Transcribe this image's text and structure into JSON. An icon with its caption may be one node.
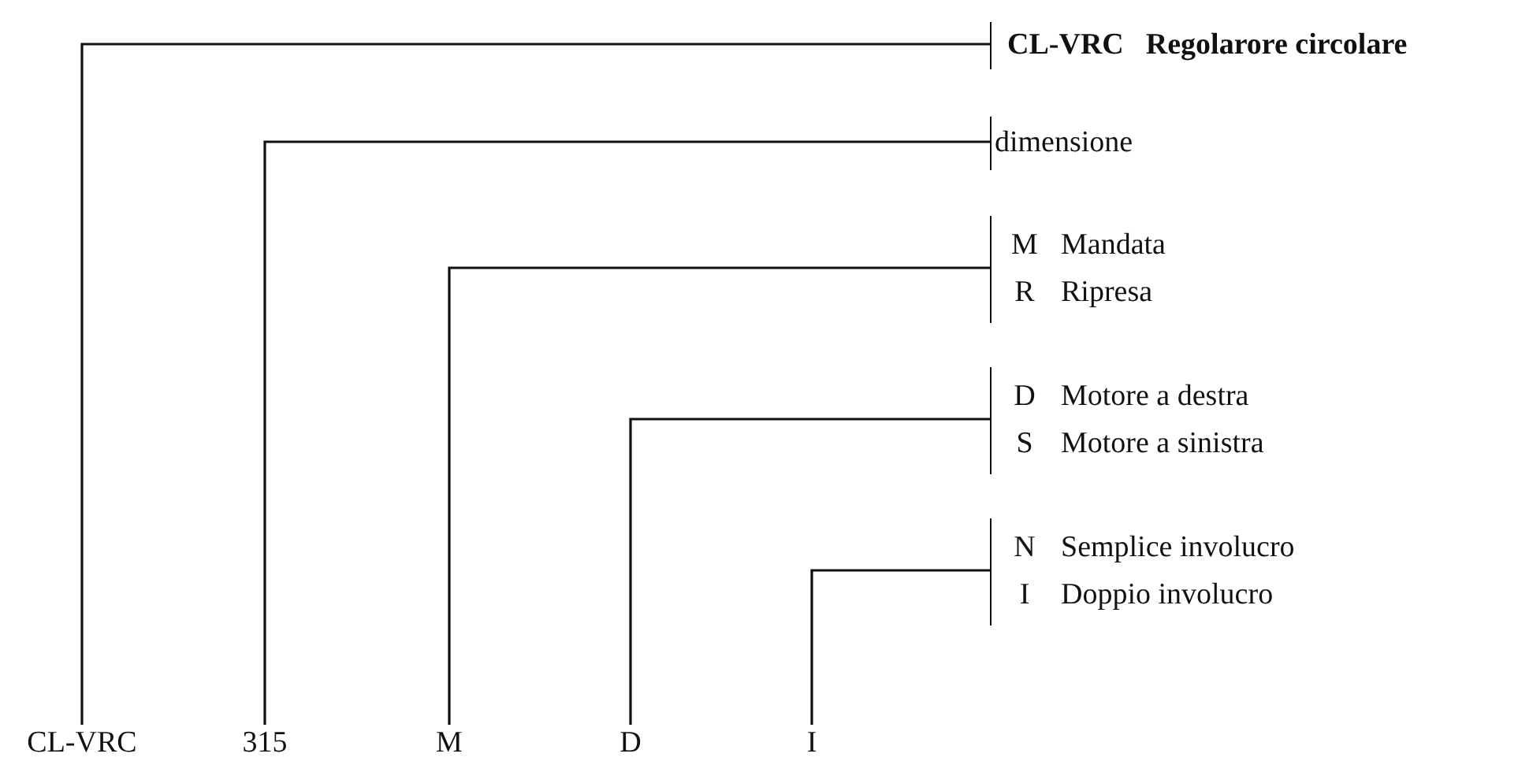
{
  "diagram": {
    "nodes": [
      {
        "text": [
          "CL-VRC"
        ]
      },
      {
        "text": [
          "315"
        ]
      },
      {
        "text": [
          "M"
        ]
      },
      {
        "text": [
          "D"
        ]
      },
      {
        "text": [
          "I"
        ]
      },
      {
        "text": [
          "CL-VRC",
          "Regolarore circolare"
        ]
      },
      {
        "text": [
          "dimensione"
        ]
      },
      {
        "text": [
          "M",
          "Mandata",
          "R",
          "Ripresa"
        ]
      },
      {
        "text": [
          "D",
          "Motore a destra",
          "S",
          "Motore a sinistra"
        ]
      },
      {
        "text": [
          "N",
          "Semplice involucro",
          "I",
          "Doppio involucro"
        ]
      }
    ],
    "edges": [
      {
        "from": 0,
        "to": 5,
        "arrow": "none"
      },
      {
        "from": 1,
        "to": 6,
        "arrow": "none"
      },
      {
        "from": 2,
        "to": 7,
        "arrow": "none"
      },
      {
        "from": 3,
        "to": 8,
        "arrow": "none"
      },
      {
        "from": 4,
        "to": 9,
        "arrow": "none"
      }
    ]
  }
}
